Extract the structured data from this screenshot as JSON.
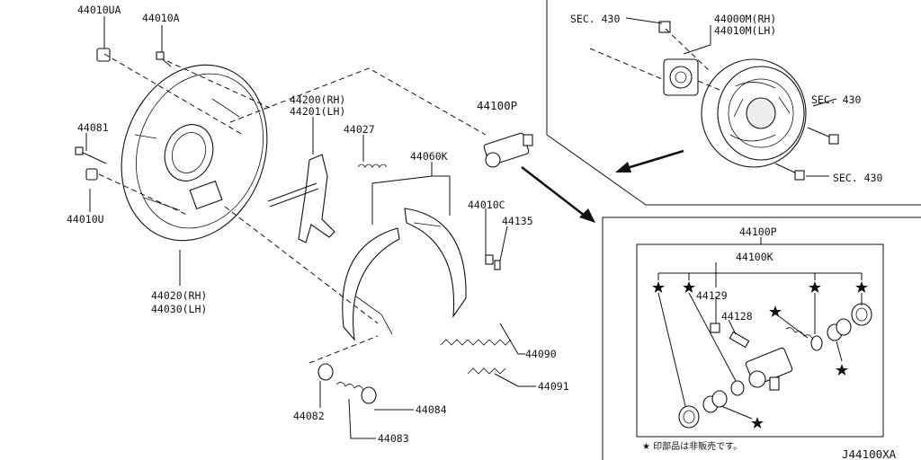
{
  "diagram": {
    "ref_code": "J44100XA",
    "note": "★ 印部品は非販売です。",
    "parts": {
      "p44010UA": "44010UA",
      "p44010A": "44010A",
      "p44081": "44081",
      "p44010U": "44010U",
      "p44020": "44020(RH)",
      "p44030": "44030(LH)",
      "p44200": "44200(RH)",
      "p44201": "44201(LH)",
      "p44027": "44027",
      "p44100P_main": "44100P",
      "p44060K": "44060K",
      "p44010C": "44010C",
      "p44135": "44135",
      "p44090": "44090",
      "p44091": "44091",
      "p44082": "44082",
      "p44084": "44084",
      "p44083": "44083"
    },
    "overview": {
      "sec430_top": "SEC. 430",
      "p44000M": "44000M(RH)",
      "p44010M": "44010M(LH)",
      "sec430_mid": "SEC. 430",
      "sec430_bottom": "SEC. 430"
    },
    "detail": {
      "p44100P": "44100P",
      "p44100K": "44100K",
      "p44129": "44129",
      "p44128": "44128"
    }
  }
}
